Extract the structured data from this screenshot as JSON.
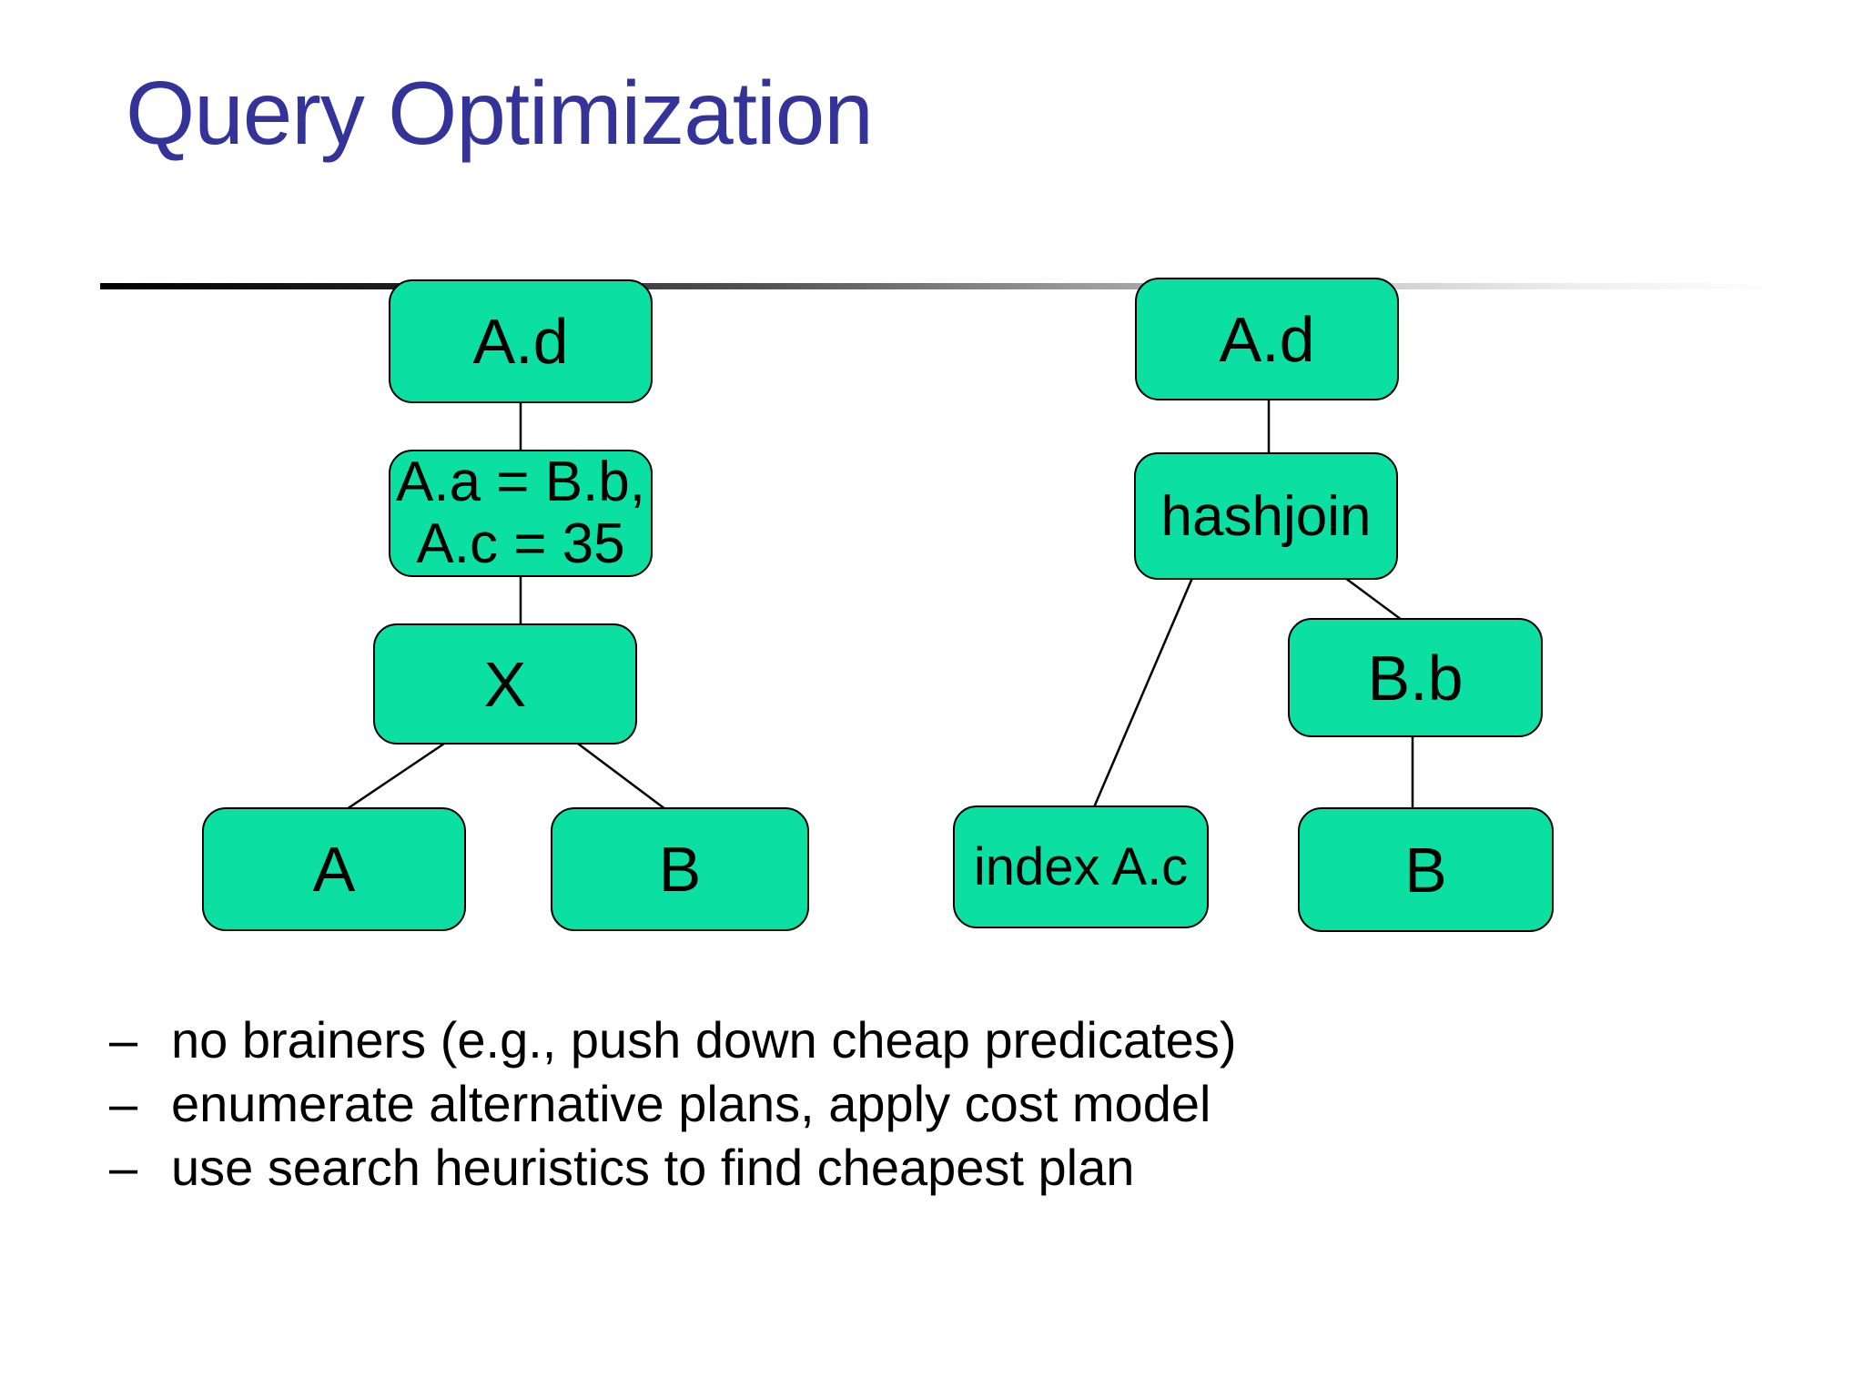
{
  "title": "Query Optimization",
  "left_tree": {
    "root_label": "A.d",
    "predicate_line1": "A.a = B.b,",
    "predicate_line2": "A.c = 35",
    "join_label": "X",
    "left_leaf_label": "A",
    "right_leaf_label": "B"
  },
  "right_tree": {
    "root_label": "A.d",
    "join_label": "hashjoin",
    "inner_label": "B.b",
    "left_leaf_label": "index A.c",
    "right_leaf_label": "B"
  },
  "bullets": [
    {
      "marker": "–",
      "text": "no brainers (e.g., push down cheap predicates)"
    },
    {
      "marker": "–",
      "text": "enumerate alternative plans, apply cost model"
    },
    {
      "marker": "–",
      "text": "use search heuristics to find cheapest plan"
    }
  ],
  "colors": {
    "node_fill": "#0BDFA2",
    "title_color": "#333399"
  }
}
